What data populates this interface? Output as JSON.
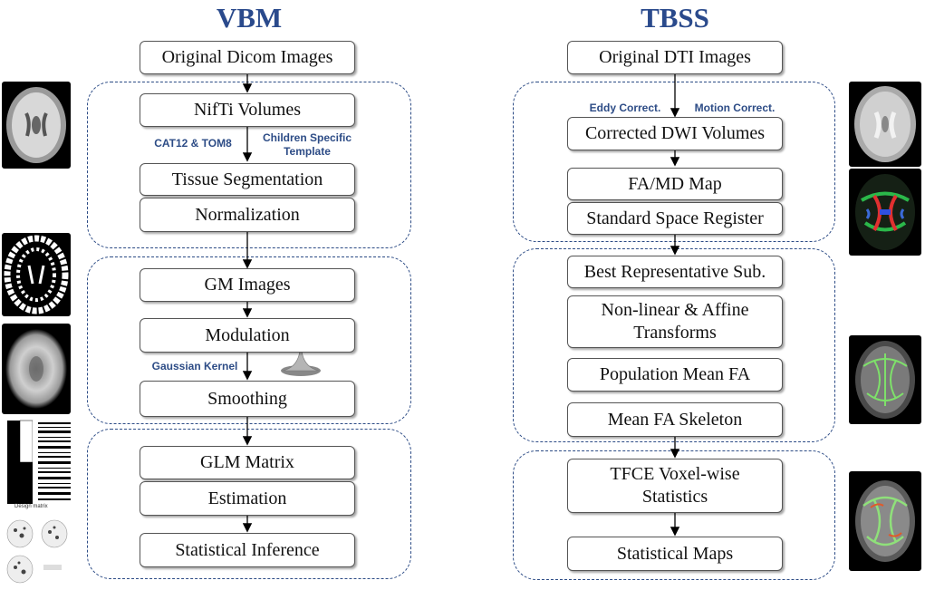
{
  "vbm": {
    "title": "VBM",
    "steps": {
      "original": "Original Dicom Images",
      "nifti": "NifTi Volumes",
      "tissue": "Tissue Segmentation",
      "normalization": "Normalization",
      "gm": "GM Images",
      "modulation": "Modulation",
      "smoothing": "Smoothing",
      "glm": "GLM Matrix",
      "estimation": "Estimation",
      "inference": "Statistical Inference"
    },
    "notes": {
      "cat12": "CAT12 & TOM8",
      "template_line1": "Children Specific",
      "template_line2": "Template",
      "gaussian": "Gaussian Kernel"
    },
    "design_matrix_label": "Design matrix"
  },
  "tbss": {
    "title": "TBSS",
    "steps": {
      "original": "Original DTI Images",
      "corrected": "Corrected DWI Volumes",
      "fa_md": "FA/MD Map",
      "register": "Standard Space Register",
      "best": "Best Representative Sub.",
      "nonlinear_line1": "Non-linear & Affine",
      "nonlinear_line2": "Transforms",
      "population": "Population Mean FA",
      "skeleton": "Mean FA Skeleton",
      "tfce_line1": "TFCE Voxel-wise",
      "tfce_line2": "Statistics",
      "maps": "Statistical Maps"
    },
    "notes": {
      "eddy": "Eddy Correct.",
      "motion": "Motion Correct."
    }
  },
  "colors": {
    "title": "#2a4a8c",
    "dashed_border": "#2d4c86",
    "box_border": "#555555"
  }
}
